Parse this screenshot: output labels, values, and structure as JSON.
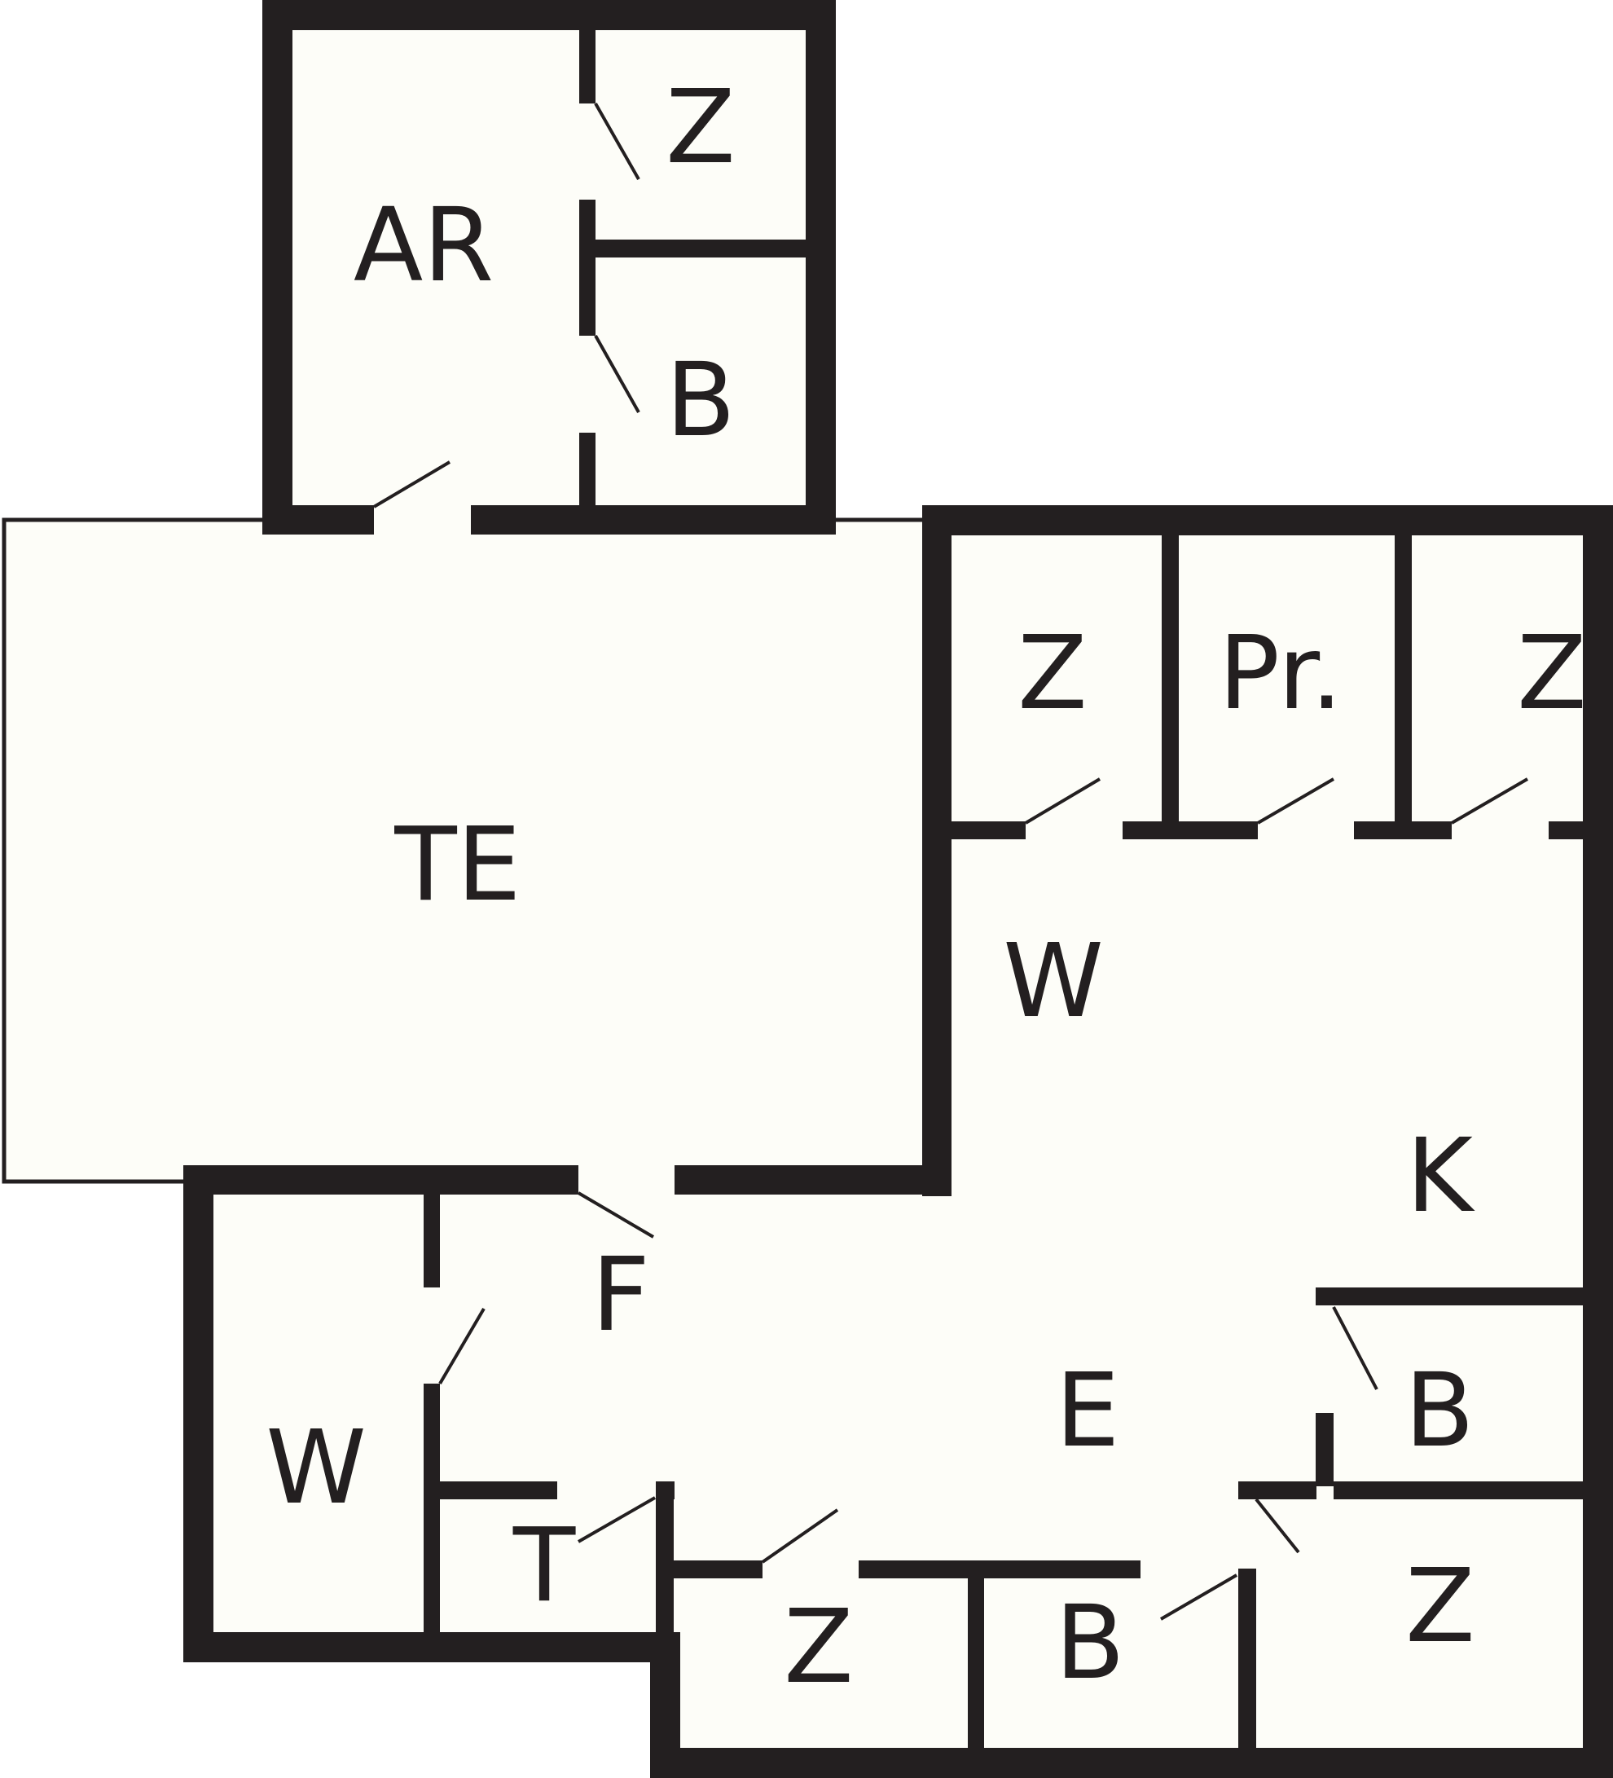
{
  "floor_plan": {
    "colors": {
      "wall": "#231f20",
      "floor": "#fdfdf8",
      "background": "#ffffff"
    },
    "rooms": [
      {
        "id": "ar",
        "label": "AR"
      },
      {
        "id": "z-top",
        "label": "Z"
      },
      {
        "id": "b-top",
        "label": "B"
      },
      {
        "id": "te",
        "label": "TE"
      },
      {
        "id": "z-mid-left",
        "label": "Z"
      },
      {
        "id": "pr",
        "label": "Pr."
      },
      {
        "id": "z-mid-right",
        "label": "Z"
      },
      {
        "id": "w-upper",
        "label": "W"
      },
      {
        "id": "k",
        "label": "K"
      },
      {
        "id": "f",
        "label": "F"
      },
      {
        "id": "e",
        "label": "E"
      },
      {
        "id": "b-right",
        "label": "B"
      },
      {
        "id": "w-lower",
        "label": "W"
      },
      {
        "id": "t",
        "label": "T"
      },
      {
        "id": "z-bottom-left",
        "label": "Z"
      },
      {
        "id": "b-bottom",
        "label": "B"
      },
      {
        "id": "z-bottom-right",
        "label": "Z"
      }
    ]
  }
}
